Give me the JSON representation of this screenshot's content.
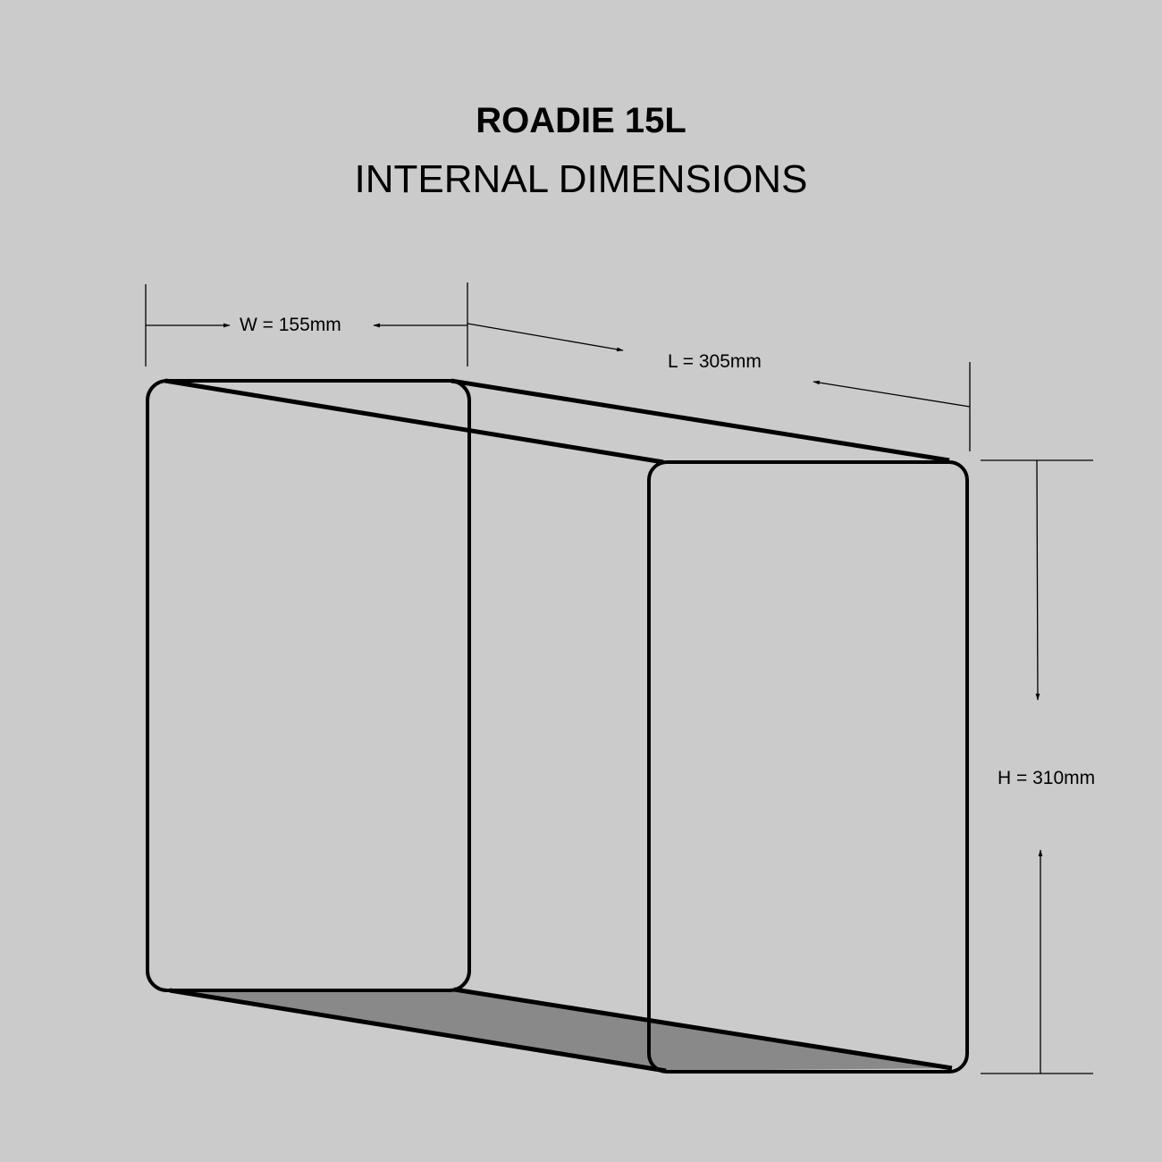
{
  "title": "ROADIE 15L",
  "subtitle": "INTERNAL DIMENSIONS",
  "dimensions": {
    "width_label": "W = 155mm",
    "length_label": "L = 305mm",
    "height_label": "H = 310mm"
  },
  "colors": {
    "background": "#cbcbcb",
    "floor_shade": "#898989",
    "stroke": "#000000"
  }
}
